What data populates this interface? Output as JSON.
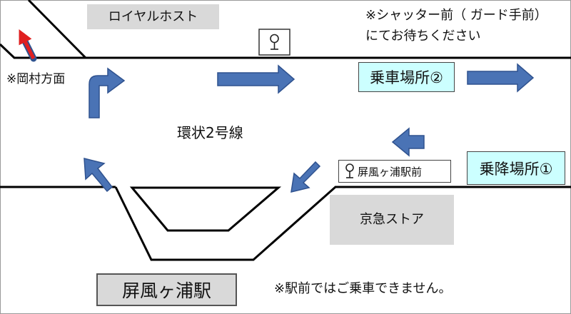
{
  "landmarks": {
    "royal_host": "ロイヤルホスト",
    "keikyu_store": "京急ストア",
    "station": "屏風ヶ浦駅"
  },
  "notes": {
    "wait_line1": "※シャッター前（ ガード手前）",
    "wait_line2": "にてお待ちください",
    "okamura": "※岡村方面",
    "no_boarding": "※駅前ではご乗車できません。"
  },
  "road": {
    "name": "環状2号線"
  },
  "stops": {
    "boarding_2": "乗車場所②",
    "alighting_1": "乗降場所①",
    "bus_stop_sign": "屏風ヶ浦駅前"
  },
  "colors": {
    "arrow_fill": "#4a73b5",
    "arrow_stroke": "#2f528f",
    "okamura_arrow": "#e02020",
    "stop_box": "#ccffff",
    "landmark_box": "#d9d9d9"
  }
}
